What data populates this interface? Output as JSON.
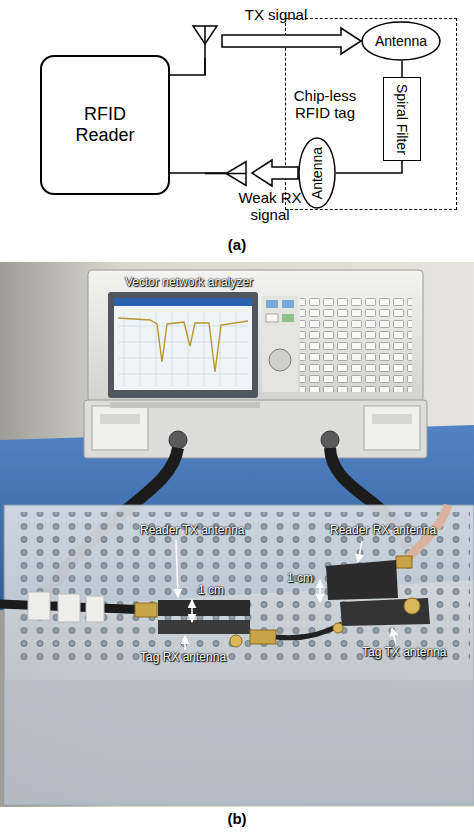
{
  "diagram": {
    "nodes": [
      {
        "text": [
          "RFID Reader"
        ]
      },
      {
        "text": [
          "Chip-less RFID tag"
        ]
      },
      {
        "text": [
          "Antenna"
        ],
        "in": 1
      },
      {
        "text": [
          "Spiral Filter"
        ],
        "in": 1
      },
      {
        "text": [
          "Antenna"
        ],
        "in": 1
      }
    ],
    "edges": [
      {
        "from": 0,
        "to": 2,
        "label": "TX signal",
        "arrow": "to"
      },
      {
        "from": 4,
        "to": 0,
        "label": "Weak RX signal",
        "arrow": "to"
      },
      {
        "from": 2,
        "to": 3,
        "arrow": "none"
      },
      {
        "from": 3,
        "to": 4,
        "arrow": "none"
      }
    ],
    "labels": [
      "(a)",
      "Vector network analyzer",
      "Reader TX antenna",
      "1 cm",
      "Tag RX antenna",
      "Reader RX antenna",
      "1 cm",
      "Tag TX antenna",
      "(b)"
    ]
  }
}
